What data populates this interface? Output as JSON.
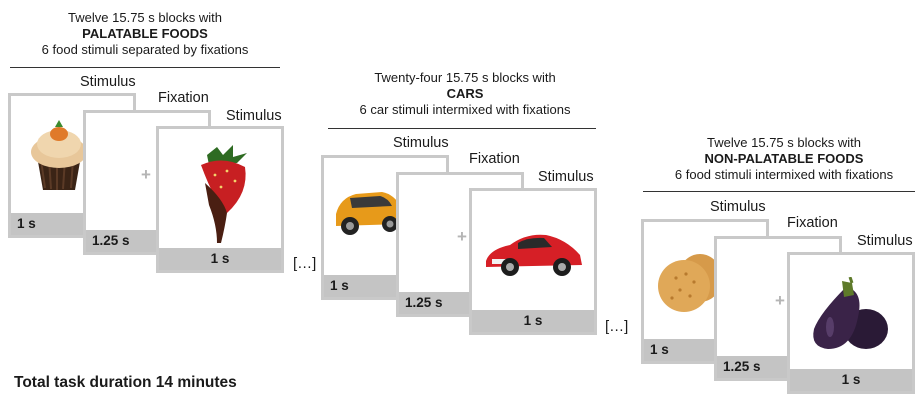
{
  "blocks": [
    {
      "header_line1": "Twelve 15.75 s blocks with",
      "header_bold": "PALATABLE FOODS",
      "header_line3": "6 food stimuli separated by fixations",
      "labels": [
        "Stimulus",
        "Fixation",
        "Stimulus"
      ],
      "durations": [
        "1 s",
        "1.25 s",
        "1 s"
      ]
    },
    {
      "header_line1": "Twenty-four 15.75 s blocks with",
      "header_bold": "CARS",
      "header_line3": "6 car stimuli intermixed with fixations",
      "labels": [
        "Stimulus",
        "Fixation",
        "Stimulus"
      ],
      "durations": [
        "1 s",
        "1.25 s",
        "1 s"
      ]
    },
    {
      "header_line1": "Twelve 15.75 s blocks with",
      "header_bold": "NON-PALATABLE FOODS",
      "header_line3": "6 food stimuli intermixed with fixations",
      "labels": [
        "Stimulus",
        "Fixation",
        "Stimulus"
      ],
      "durations": [
        "1 s",
        "1.25 s",
        "1 s"
      ]
    }
  ],
  "fixation_symbol": "+",
  "ellipsis": "[…]",
  "total_duration": "Total task duration 14 minutes",
  "colors": {
    "card_border": "#c9c9c9",
    "duration_bar": "#c4c4c4",
    "fixation_cross": "#b5b5b5"
  },
  "icons": [
    "cupcake-image",
    "strawberry-image",
    "orange-car-image",
    "red-car-image",
    "crackers-image",
    "eggplant-image"
  ]
}
